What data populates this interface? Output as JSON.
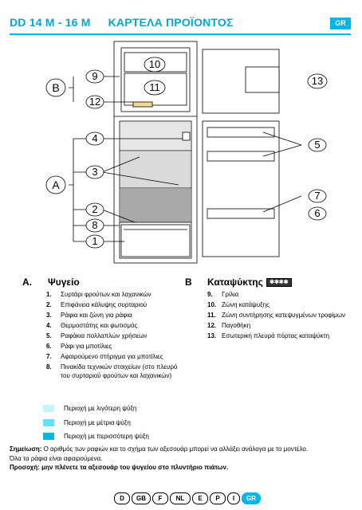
{
  "header": {
    "model": "DD 14 M - 16 M",
    "title": "ΚΑΡΤΕΛΑ ΠΡΟΪΟΝΤΟΣ",
    "lang_badge": "GR"
  },
  "diagram": {
    "group_A": "A",
    "group_B": "B",
    "callouts": [
      "1",
      "2",
      "3",
      "4",
      "5",
      "6",
      "7",
      "8",
      "9",
      "10",
      "11",
      "12",
      "13"
    ],
    "colors": {
      "light": "#c9ecf7",
      "medium": "#dadada",
      "dark": "#a9a9a9",
      "accent": "#00b6e6"
    }
  },
  "sectionA": {
    "letter": "A.",
    "title": "Ψυγείο",
    "items": [
      {
        "n": "1.",
        "t": "Συρτάρι φρούτων και λαχανικών"
      },
      {
        "n": "2.",
        "t": "Επιφάνεια κάλυψης συρταριού"
      },
      {
        "n": "3.",
        "t": "Ράφια και ζώνη για ράφια"
      },
      {
        "n": "4.",
        "t": "Θερμοστάτης και φωτισμός"
      },
      {
        "n": "5.",
        "t": "Ραφάκια πολλαπλών χρήσεων"
      },
      {
        "n": "6.",
        "t": "Ράφι για μποτίλιες"
      },
      {
        "n": "7.",
        "t": "Αφαιρούμενο στήριγμα για μποτίλιες"
      },
      {
        "n": "8.",
        "t": "Πινακίδα τεχνικών στοιχείων (στο πλευρό του συρταριού φρούτων και λαχανικών)"
      }
    ]
  },
  "sectionB": {
    "letter": "B",
    "title": "Καταψύκτης",
    "star_badge": "✱✱✱✱",
    "items": [
      {
        "n": "9.",
        "t": "Γρίλια"
      },
      {
        "n": "10.",
        "t": "Ζώνη κατάψυξης"
      },
      {
        "n": "11.",
        "t": "Ζώνη συντήρησης κατεψυγμένων τροφίμων"
      },
      {
        "n": "12.",
        "t": "Παγοθήκη"
      },
      {
        "n": "13.",
        "t": "Εσωτερική πλευρά πόρτας καταψύκτη"
      }
    ]
  },
  "legend": [
    {
      "label": "Περιοχή με λιγότερη ψύξη",
      "color": "#c4f2ff"
    },
    {
      "label": "Περιοχή με μέτρια ψύξη",
      "color": "#5fe3ff"
    },
    {
      "label": "Περιοχή με περισσότερη ψύξη",
      "color": "#00b6e6"
    }
  ],
  "notes": {
    "line1_bold": "Σημείωση:",
    "line1": " Ο αριθμός των ραφιών και το σχήμα των αξεσουάρ μπορεί να αλλάξει ανάλογα με το μοντέλο.",
    "line2": "Όλα τα ράφια είναι αφαιρούμενα.",
    "line3": "Προσοχή: μην πλένετε τα αξεσουάρ του ψυγείου στο πλυντήριο πιάτων."
  },
  "languages": [
    "D",
    "GB",
    "F",
    "NL",
    "E",
    "P",
    "I",
    "GR"
  ],
  "active_language": "GR"
}
